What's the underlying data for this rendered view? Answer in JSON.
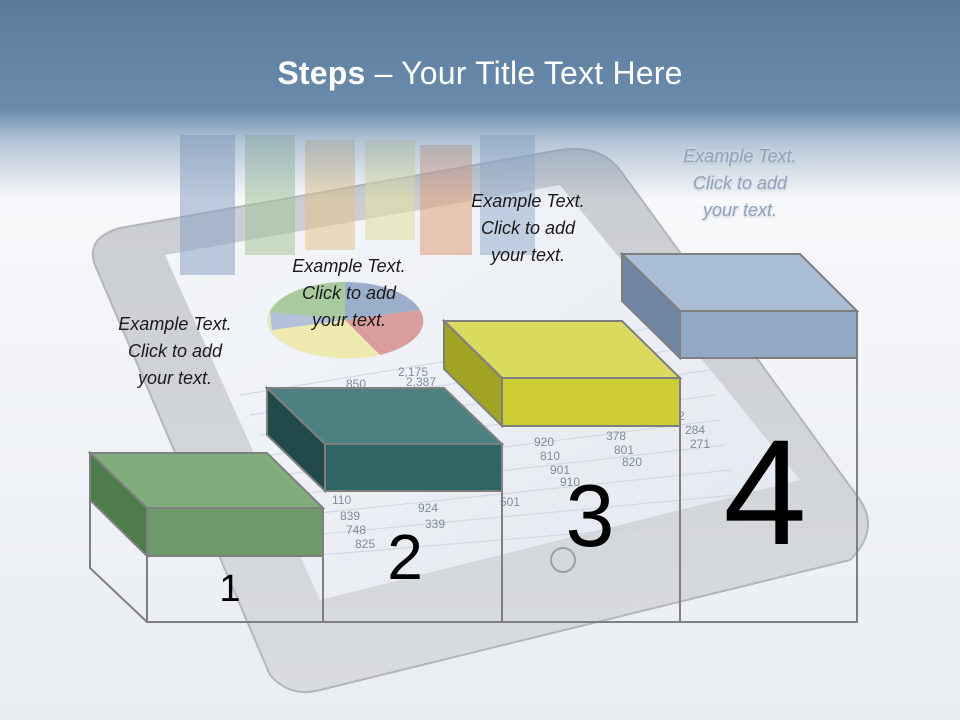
{
  "title": {
    "bold": "Steps",
    "rest": " – Your Title Text Here"
  },
  "steps": [
    {
      "number": "1",
      "text_line1": "Example Text.",
      "text_line2": "Click  to add",
      "text_line3": "your text.",
      "color": "#6e9a6b"
    },
    {
      "number": "2",
      "text_line1": "Example Text.",
      "text_line2": "Click  to add",
      "text_line3": "your text.",
      "color": "#2f6565"
    },
    {
      "number": "3",
      "text_line1": "Example Text.",
      "text_line2": "Click  to add",
      "text_line3": "your text.",
      "color": "#cccc33"
    },
    {
      "number": "4",
      "text_line1": "Example Text.",
      "text_line2": "Click  to add",
      "text_line3": "your text.",
      "color": "#93aac6"
    }
  ],
  "background": {
    "description_icon": "tablet-with-charts",
    "table_numbers": [
      "2,175",
      "2,387",
      "920",
      "378",
      "810",
      "801",
      "901",
      "820",
      "271",
      "110",
      "839",
      "924",
      "748",
      "339",
      "825",
      "501",
      "910",
      "284",
      "850",
      "2"
    ]
  }
}
